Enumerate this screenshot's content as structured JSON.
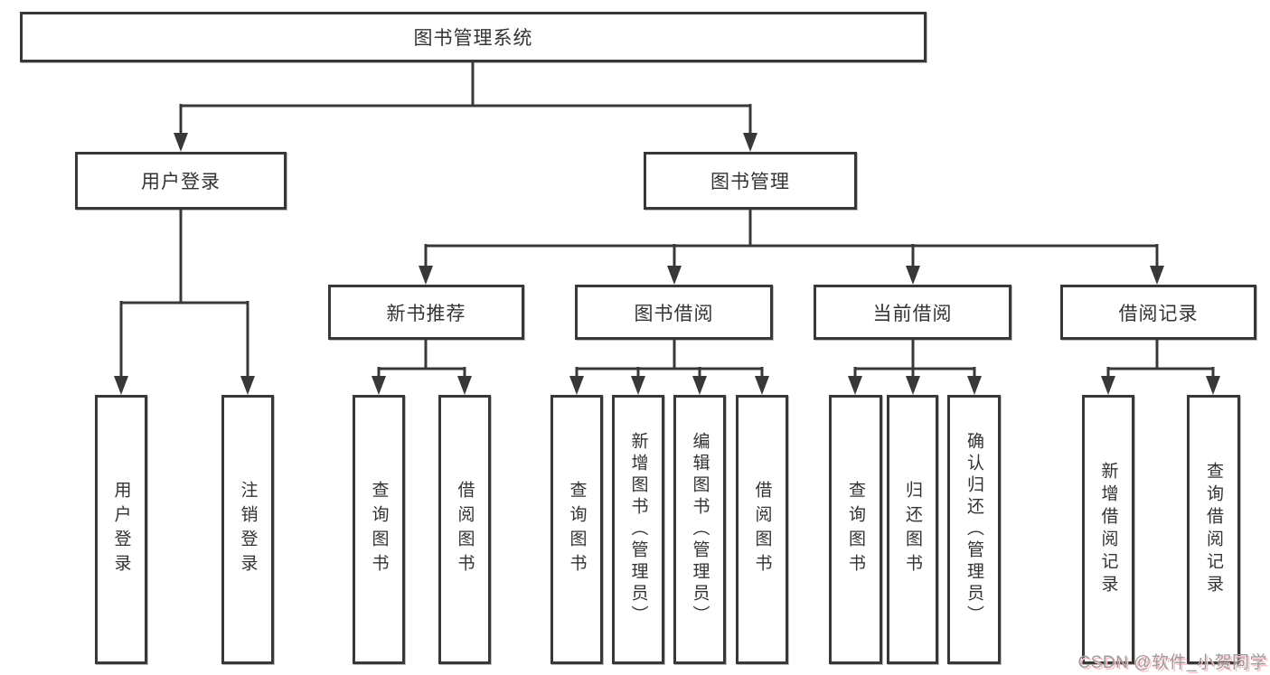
{
  "diagram_title": "图书管理系统",
  "tree": {
    "root": {
      "label": "图书管理系统"
    },
    "branches": [
      {
        "label": "用户登录",
        "children": [
          "用户登录",
          "注销登录"
        ]
      },
      {
        "label": "图书管理",
        "sections": [
          {
            "label": "新书推荐",
            "children": [
              "查询图书",
              "借阅图书"
            ]
          },
          {
            "label": "图书借阅",
            "children": [
              "查询图书",
              "新增图书（管理员）",
              "编辑图书（管理员）",
              "借阅图书"
            ]
          },
          {
            "label": "当前借阅",
            "children": [
              "查询图书",
              "归还图书",
              "确认归还（管理员）"
            ]
          },
          {
            "label": "借阅记录",
            "children": [
              "新增借阅记录",
              "查询借阅记录"
            ]
          }
        ]
      }
    ]
  },
  "watermark": {
    "text": "CSDN @软件_小贺同学"
  },
  "colors": {
    "line": "#383838",
    "text": "#333333",
    "background": "#ffffff",
    "watermark_text": "#9c9c9c",
    "watermark_shadow": "#ffc0ca"
  }
}
